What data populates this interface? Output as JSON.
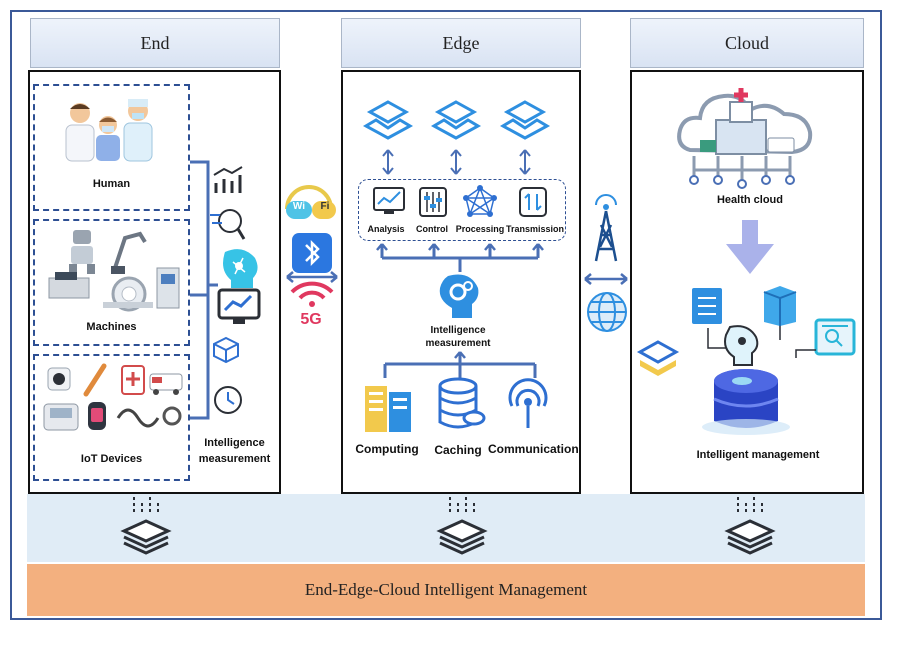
{
  "columns": {
    "end": "End",
    "edge": "Edge",
    "cloud": "Cloud"
  },
  "end": {
    "human": "Human",
    "machines": "Machines",
    "iot": "IoT Devices",
    "intel_line1": "Intelligence",
    "intel_line2": "measurement"
  },
  "connectivity": {
    "wifi_w": "Wi",
    "wifi_f": "Fi",
    "five_g": "5G"
  },
  "edge": {
    "analysis": "Analysis",
    "control": "Control",
    "processing": "Processing",
    "transmission": "Transmission",
    "intel_line1": "Intelligence",
    "intel_line2": "measurement",
    "computing": "Computing",
    "caching": "Caching",
    "communication": "Communication"
  },
  "cloud": {
    "health_cloud": "Health cloud",
    "intelligent_management": "Intelligent management"
  },
  "footer": {
    "title": "End-Edge-Cloud Intelligent Management"
  },
  "colors": {
    "accent_blue": "#2e6fd1",
    "line_blue": "#4a6fb5",
    "footer_orange": "#f3b07f",
    "band_blue": "#e0ecf6"
  }
}
